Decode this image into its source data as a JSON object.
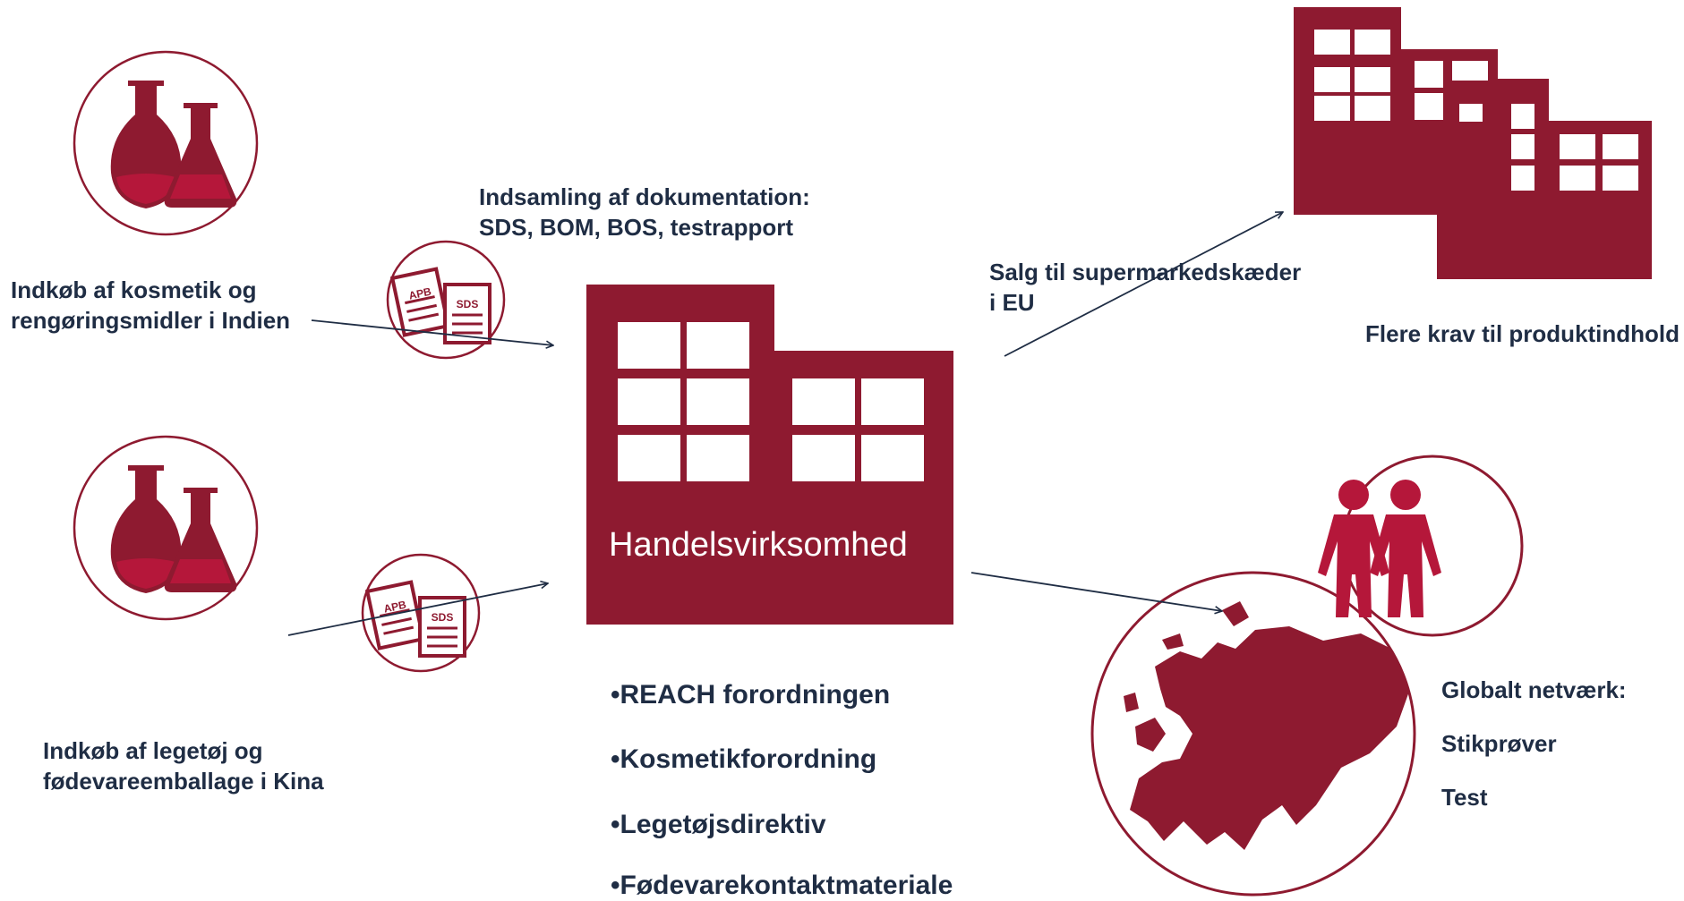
{
  "colors": {
    "primary": "#8e1a30",
    "accent": "#b5173a",
    "circle_fill": "#ffffff",
    "text": "#1f2d44",
    "arrow": "#1f2d44"
  },
  "icons": [
    "flask-icon",
    "document-icon",
    "factory-icon",
    "people-icon",
    "europe-map-icon"
  ],
  "center": {
    "label": "Handelsvirksomhed"
  },
  "documentation": {
    "line1": "Indsamling af dokumentation:",
    "line2": "SDS, BOM, BOS, testrapport"
  },
  "doc_icon": {
    "label_left": "APB",
    "label_right": "SDS"
  },
  "sources": [
    {
      "line1": "Indkøb af kosmetik og",
      "line2": "rengøringsmidler i Indien"
    },
    {
      "line1": "Indkøb af legetøj og",
      "line2": "fødevareemballage i Kina"
    }
  ],
  "sales": {
    "line1": "Salg til supermarkedskæder",
    "line2": "i EU"
  },
  "requirements": {
    "label": "Flere krav til produktindhold"
  },
  "network": {
    "title": "Globalt netværk:",
    "items": [
      "Stikprøver",
      "Test"
    ]
  },
  "regulations": [
    "•REACH forordningen",
    "•Kosmetikforordning",
    "•Legetøjsdirektiv",
    "•Fødevarekontaktmateriale"
  ]
}
